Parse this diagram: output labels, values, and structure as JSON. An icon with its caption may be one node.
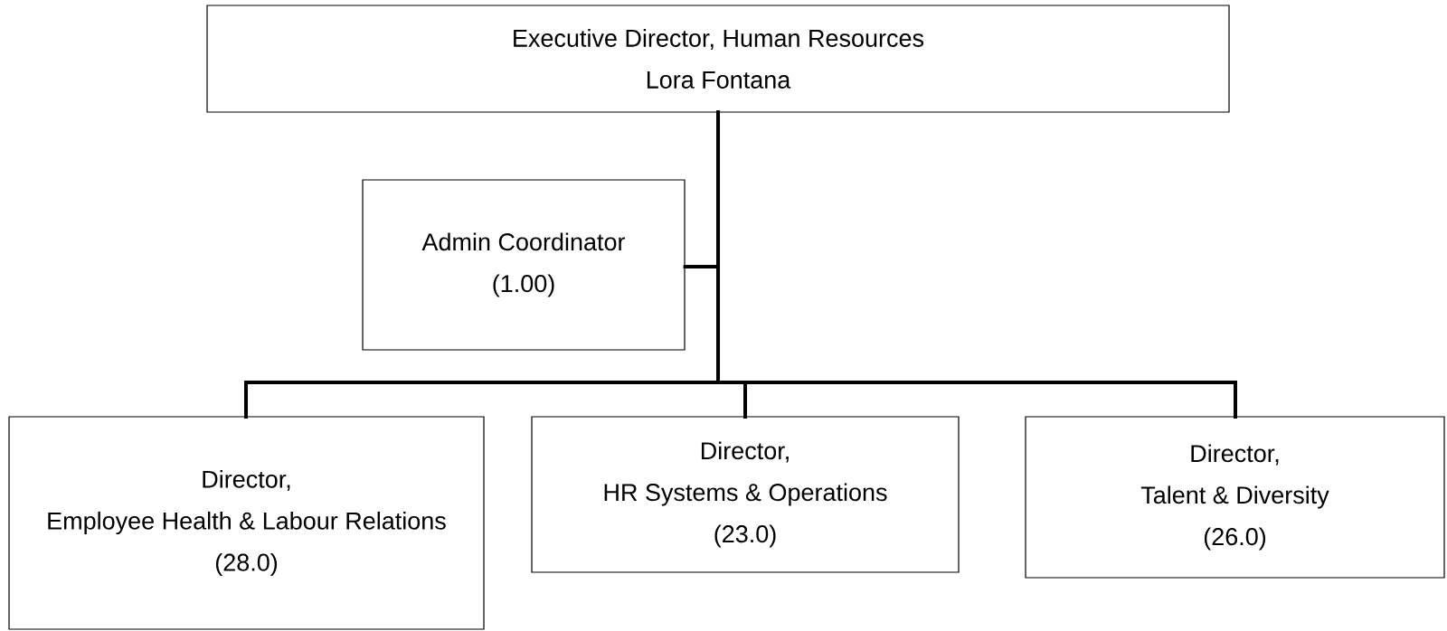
{
  "diagram": {
    "nodes": [
      {
        "text": [
          "Executive Director, Human Resources",
          "Lora Fontana"
        ]
      },
      {
        "text": [
          "Admin Coordinator",
          "(1.00)"
        ]
      },
      {
        "text": [
          "Director,",
          "Employee Health & Labour Relations",
          "(28.0)"
        ]
      },
      {
        "text": [
          "Director,",
          "HR Systems & Operations",
          "(23.0)"
        ]
      },
      {
        "text": [
          "Director,",
          "Talent & Diversity",
          "(26.0)"
        ]
      }
    ],
    "edges": [
      {
        "from": 0,
        "to": 1,
        "arrow": "none"
      },
      {
        "from": 0,
        "to": 2,
        "arrow": "none"
      },
      {
        "from": 0,
        "to": 3,
        "arrow": "none"
      },
      {
        "from": 0,
        "to": 4,
        "arrow": "none"
      }
    ]
  }
}
